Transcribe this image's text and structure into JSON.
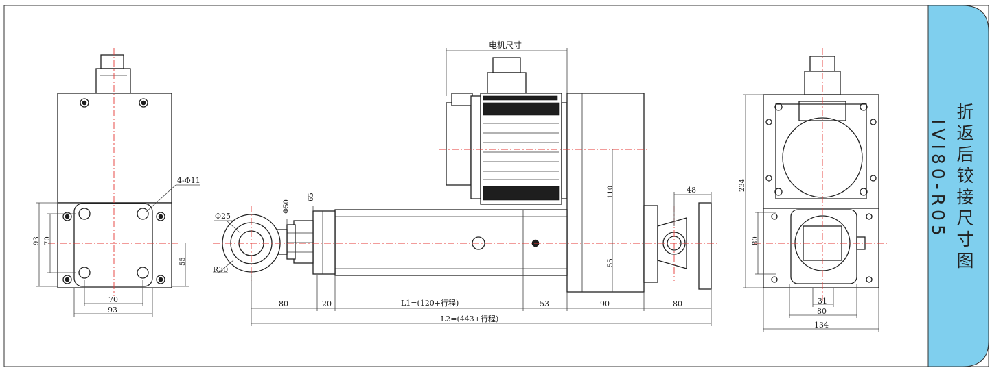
{
  "title_cn": "折返后铰接尺寸图",
  "model": "IVI80-R05",
  "colors": {
    "sidebar": "#7fcfee",
    "centerline": "#e53935",
    "line": "#222222"
  },
  "left_view": {
    "hole_spec": "4-Φ11",
    "dim_93_v": "93",
    "dim_70_v": "70",
    "dim_55_v": "55",
    "dim_70_h": "70",
    "dim_93_h": "93"
  },
  "middle_view": {
    "motor_dim": "电机尺寸",
    "phi25": "Φ25",
    "phi50": "Φ50",
    "dim65": "65",
    "r30": "R30",
    "dim110": "110",
    "dim55": "55",
    "dim48": "48",
    "seg_80a": "80",
    "seg_20": "20",
    "seg_l1": "L1=(120+行程)",
    "seg_53": "53",
    "seg_90": "90",
    "seg_80b": "80",
    "l2": "L2=(443+行程)"
  },
  "right_view": {
    "dim234": "234",
    "dim80_v": "80",
    "dim31": "31",
    "dim80_h": "80",
    "dim134": "134"
  }
}
